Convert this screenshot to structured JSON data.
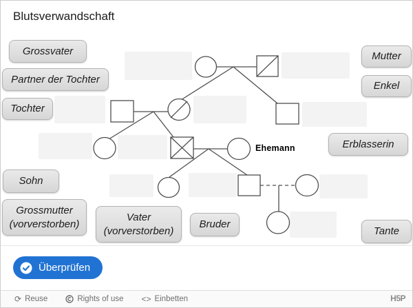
{
  "title": "Blutsverwandschaft",
  "diagram": {
    "ehemann_label": "Ehemann"
  },
  "drag_labels": [
    {
      "text": "Grossvater"
    },
    {
      "text": "Partner der Tochter"
    },
    {
      "text": "Tochter"
    },
    {
      "text": "Mutter"
    },
    {
      "text": "Enkel"
    },
    {
      "text": "Erblasserin"
    },
    {
      "text": "Sohn"
    },
    {
      "text": "Grossmutter (vorverstorben)"
    },
    {
      "text": "Vater (vorverstorben)"
    },
    {
      "text": "Bruder"
    },
    {
      "text": "Tante"
    }
  ],
  "check_button": {
    "label": "Überprüfen"
  },
  "footer": {
    "reuse": "Reuse",
    "rights_of_use": "Rights of use",
    "embed": "Einbetten",
    "logo": "H5P"
  },
  "icons": {
    "reuse": "⟳",
    "embed": "<>"
  },
  "colors": {
    "accent_blue": "#2173d3",
    "drag_label_bg": "#dedede",
    "dropzone_bg": "#f3f3f3"
  }
}
